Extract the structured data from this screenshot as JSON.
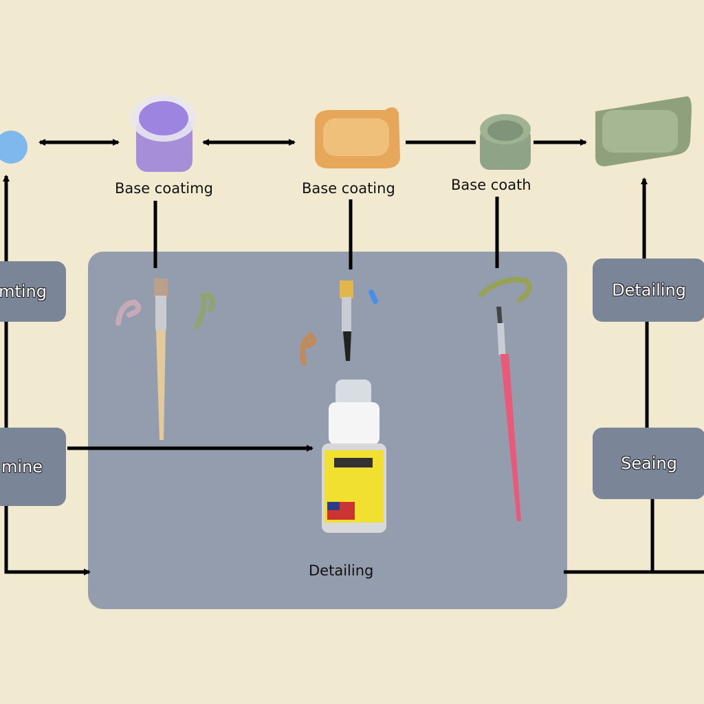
{
  "labels": {
    "top_1": "Base coatimg",
    "top_2": "Base coating",
    "top_3": "Base coath",
    "mat_label": "Detailing"
  },
  "boxes": {
    "left_top": "mting",
    "left_bottom": "mine",
    "right_top": "Detailing",
    "right_bottom": "Seaing"
  },
  "colors": {
    "background": "#f1ead0",
    "mat": "#949dad",
    "box": "#7a8698",
    "purple_cup": "#a68fd8",
    "orange_tray": "#e6a75a",
    "green_cup": "#8fa486",
    "green_tray": "#9fb08a",
    "blue_dot": "#7fb8ec"
  },
  "icons": [
    "paint-cup-icon",
    "paint-tray-icon",
    "paintbrush-icon",
    "glue-bottle-icon",
    "arrow-icon"
  ]
}
